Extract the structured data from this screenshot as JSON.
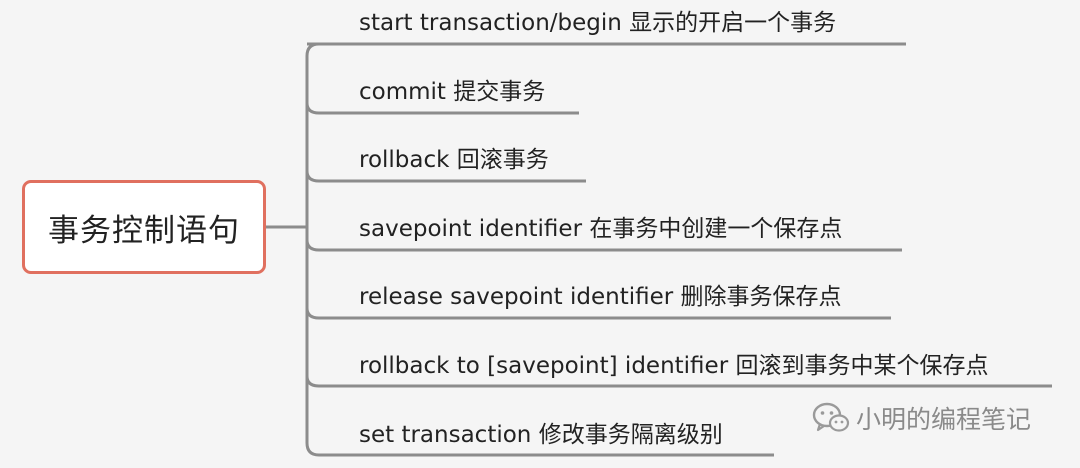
{
  "root": {
    "label": "事务控制语句"
  },
  "branches": [
    {
      "label": "start transaction/begin  显示的开启一个事务"
    },
    {
      "label": "commit 提交事务"
    },
    {
      "label": "rollback 回滚事务"
    },
    {
      "label": "savepoint identifier 在事务中创建一个保存点"
    },
    {
      "label": "release savepoint identifier 删除事务保存点"
    },
    {
      "label": "rollback to [savepoint] identifier 回滚到事务中某个保存点"
    },
    {
      "label": "set transaction 修改事务隔离级别"
    }
  ],
  "watermark": {
    "text": "小明的编程笔记",
    "icon": "wechat-icon"
  },
  "colors": {
    "root_border": "#e0705f",
    "connector": "#8c8c8c",
    "background": "#f5f5f5"
  }
}
